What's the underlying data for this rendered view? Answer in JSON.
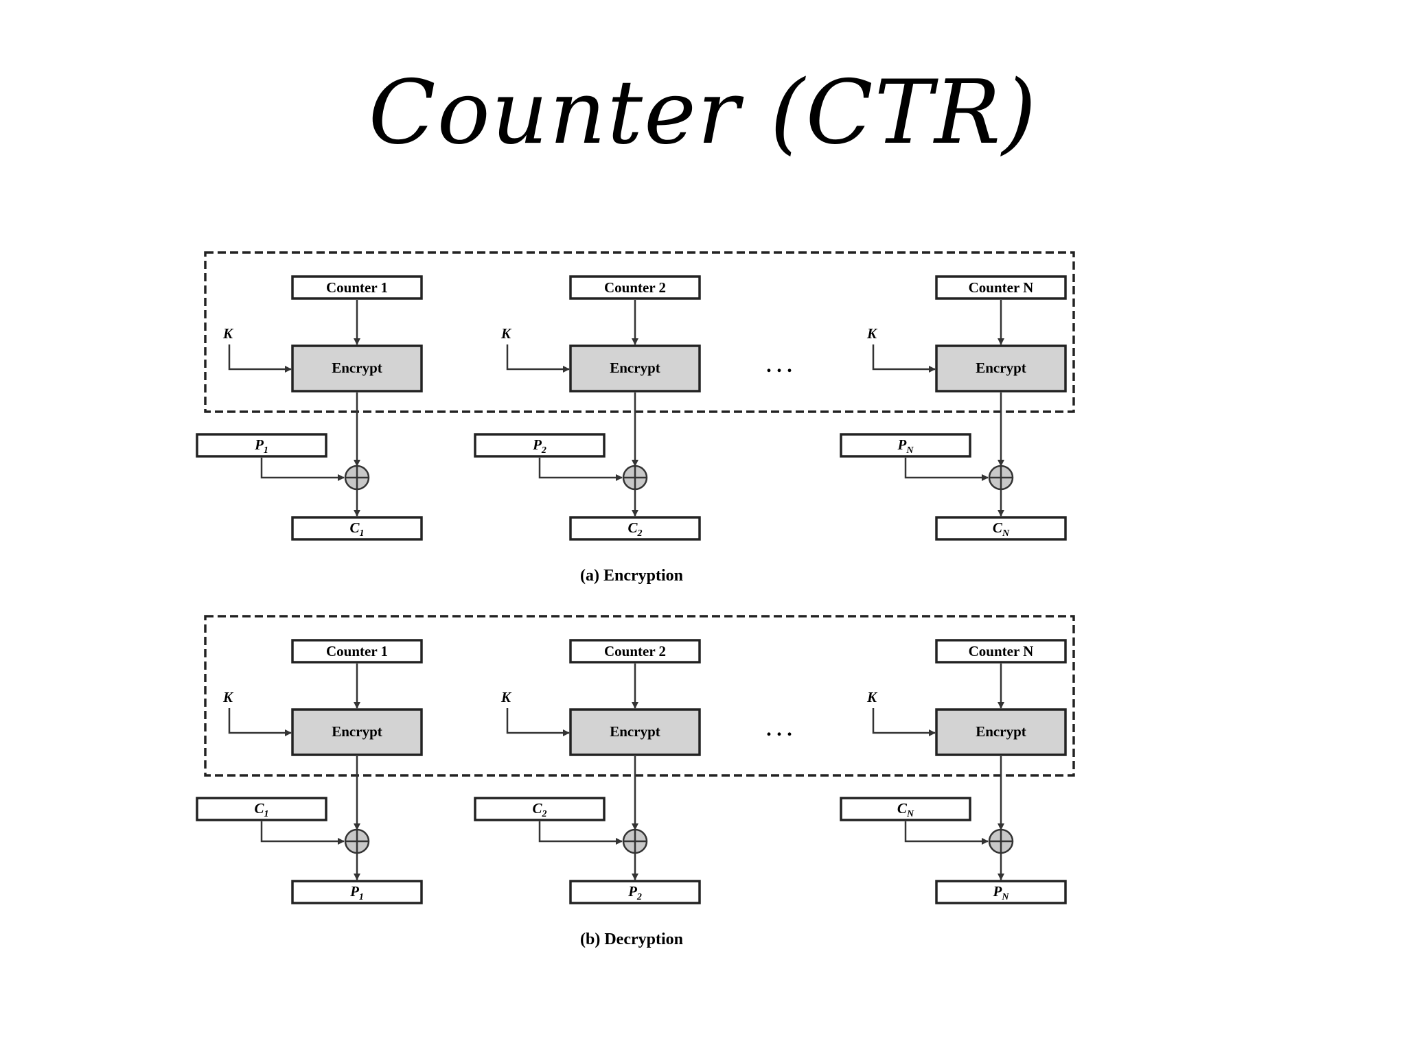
{
  "title": "Counter (CTR)",
  "dots": ". . .",
  "panels": [
    {
      "id": "encryption",
      "caption": "(a) Encryption",
      "stages": [
        {
          "counter": "Counter 1",
          "key": "K",
          "encrypt": "Encrypt",
          "input": {
            "base": "P",
            "sub": "1"
          },
          "output": {
            "base": "C",
            "sub": "1"
          }
        },
        {
          "counter": "Counter 2",
          "key": "K",
          "encrypt": "Encrypt",
          "input": {
            "base": "P",
            "sub": "2"
          },
          "output": {
            "base": "C",
            "sub": "2"
          }
        },
        {
          "counter": "Counter N",
          "key": "K",
          "encrypt": "Encrypt",
          "input": {
            "base": "P",
            "sub": "N"
          },
          "output": {
            "base": "C",
            "sub": "N"
          }
        }
      ]
    },
    {
      "id": "decryption",
      "caption": "(b) Decryption",
      "stages": [
        {
          "counter": "Counter 1",
          "key": "K",
          "encrypt": "Encrypt",
          "input": {
            "base": "C",
            "sub": "1"
          },
          "output": {
            "base": "P",
            "sub": "1"
          }
        },
        {
          "counter": "Counter 2",
          "key": "K",
          "encrypt": "Encrypt",
          "input": {
            "base": "C",
            "sub": "2"
          },
          "output": {
            "base": "P",
            "sub": "2"
          }
        },
        {
          "counter": "Counter N",
          "key": "K",
          "encrypt": "Encrypt",
          "input": {
            "base": "C",
            "sub": "N"
          },
          "output": {
            "base": "P",
            "sub": "N"
          }
        }
      ]
    }
  ],
  "colors": {
    "encrypt_fill": "#d3d3d3",
    "line": "#333333"
  }
}
